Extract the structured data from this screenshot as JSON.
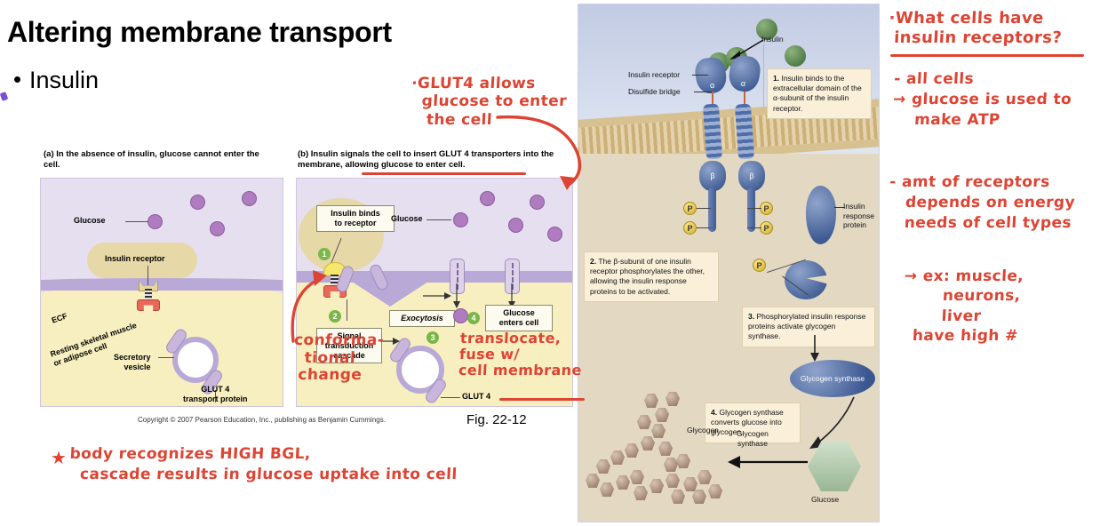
{
  "slide": {
    "title": "Altering membrane transport",
    "bullets": [
      "Insulin"
    ]
  },
  "figure_left": {
    "panel_a": {
      "label": "(a)",
      "caption": "In the absence of insulin, glucose cannot enter the cell.",
      "labels": {
        "glucose": "Glucose",
        "insulin_receptor": "Insulin receptor",
        "ecf": "ECF",
        "cell_type": "Resting skeletal muscle\nor adipose cell",
        "secretory_vesicle": "Secretory\nvesicle",
        "glut4": "GLUT 4\ntransport protein"
      }
    },
    "panel_b": {
      "label": "(b)",
      "caption": "Insulin signals the cell to insert GLUT 4 transporters into the membrane, allowing glucose to enter cell.",
      "steps": [
        {
          "number": "1",
          "text": "Insulin binds\nto receptor"
        },
        {
          "number": "2",
          "text": "Signal\ntransduction\ncascade"
        },
        {
          "number": "3",
          "text": "Exocytosis"
        },
        {
          "number": "4",
          "text": "Glucose\nenters cell"
        }
      ],
      "labels": {
        "glucose": "Glucose",
        "glut4": "GLUT 4"
      }
    },
    "copyright": "Copyright © 2007 Pearson Education, Inc., publishing as Benjamin Cummings.",
    "figure_number": "Fig. 22-12"
  },
  "figure_right": {
    "labels": {
      "insulin": "Insulin",
      "insulin_receptor": "Insulin receptor",
      "disulfide_bridge": "Disulfide bridge",
      "alpha": "α",
      "beta": "β",
      "p": "P",
      "insulin_response_protein": "Insulin\nresponse\nprotein",
      "glycogen_synthase_blob": "Glycogen synthase",
      "glycogen": "Glycogen",
      "glycogen_synthase_arrow": "Glycogen\nsynthase",
      "glucose": "Glucose"
    },
    "steps": [
      {
        "number": "1.",
        "text": "Insulin binds to the extracellular domain of the α-subunit of the insulin receptor."
      },
      {
        "number": "2.",
        "text": "The β-subunit of one insulin receptor phosphorylates the other, allowing the insulin response proteins to be activated."
      },
      {
        "number": "3.",
        "text": "Phosphorylated insulin response proteins activate glycogen synthase."
      },
      {
        "number": "4.",
        "text": "Glycogen synthase converts glucose into glycogen."
      }
    ]
  },
  "annotations": {
    "ink_color": "#dd4433",
    "glut4_note": "·GLUT4 allows\n  glucose to enter\n   the cell",
    "conformational_note": "conforma-\n  tional\n change",
    "translocate_note": "translocate,\nfuse w/\ncell membrane",
    "bottom_note": "body recognizes HIGH BGL,\n  cascade results in glucose uptake into cell",
    "bottom_note_star": "★",
    "right_question": "·What cells have\n insulin receptors?",
    "right_answer_1": "- all cells\n→ glucose is used to\n    make ATP",
    "right_answer_2": "- amt of receptors\n   depends on energy\n   needs of cell types",
    "right_answer_3": "→ ex: muscle,\n       neurons,\n       liver\n  have high #"
  }
}
